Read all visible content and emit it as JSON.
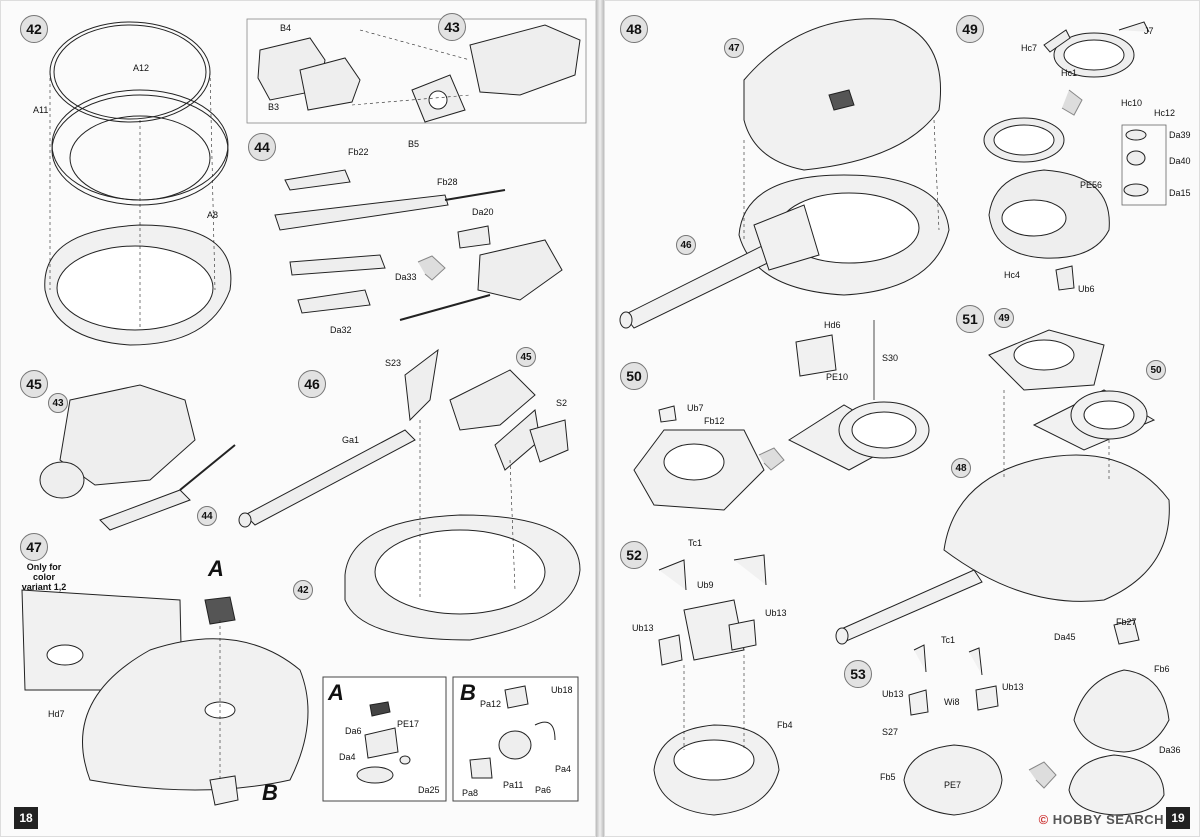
{
  "steps": {
    "s42": "42",
    "s43": "43",
    "s44": "44",
    "s45": "45",
    "s46": "46",
    "s47": "47",
    "s48": "48",
    "s49": "49",
    "s50": "50",
    "s51": "51",
    "s52": "52",
    "s53": "53"
  },
  "refs": {
    "r43": "43",
    "r44": "44",
    "r45": "45",
    "r42": "42",
    "r47": "47",
    "r46": "46",
    "r49": "49",
    "r50": "50",
    "r48": "48"
  },
  "parts": {
    "A12": "A12",
    "A11": "A11",
    "A8": "A8",
    "B4": "B4",
    "B3": "B3",
    "B5": "B5",
    "Fb22": "Fb22",
    "Fb28": "Fb28",
    "Da20": "Da20",
    "Da33": "Da33",
    "Da32": "Da32",
    "S23": "S23",
    "Ga1": "Ga1",
    "S2": "S2",
    "Hd7": "Hd7",
    "Da6": "Da6",
    "PE17": "PE17",
    "Da4": "Da4",
    "Da25": "Da25",
    "Pa12": "Pa12",
    "Ub18": "Ub18",
    "Pa4": "Pa4",
    "Pa8": "Pa8",
    "Pa11": "Pa11",
    "Pa6": "Pa6",
    "J7": "J7",
    "Hc7": "Hc7",
    "Hc1": "Hc1",
    "Hc10": "Hc10",
    "Hc12": "Hc12",
    "Da39": "Da39",
    "Da40": "Da40",
    "PE56": "PE56",
    "Da15": "Da15",
    "Hc4": "Hc4",
    "Ub6": "Ub6",
    "Hd6": "Hd6",
    "S30": "S30",
    "PE10": "PE10",
    "Ub7": "Ub7",
    "Fb12": "Fb12",
    "Tc1": "Tc1",
    "Ub9": "Ub9",
    "Ub13a": "Ub13",
    "Ub13b": "Ub13",
    "Fb4": "Fb4",
    "Tc1b": "Tc1",
    "Ub13c": "Ub13",
    "Ub13d": "Ub13",
    "Wi8": "Wi8",
    "S27": "S27",
    "Fb5": "Fb5",
    "PE7": "PE7",
    "Da45": "Da45",
    "Fb27": "Fb27",
    "Fb6": "Fb6",
    "Da36": "Da36"
  },
  "variant_note": {
    "line1": "Only for color",
    "line2": "variant 1,2"
  },
  "callouts": {
    "A": "A",
    "B": "B",
    "boxA": "A",
    "boxB": "B"
  },
  "page_numbers": {
    "left": "18",
    "right": "19"
  },
  "watermark": {
    "pre": "HOBBY SEARCH",
    "c": "©"
  }
}
